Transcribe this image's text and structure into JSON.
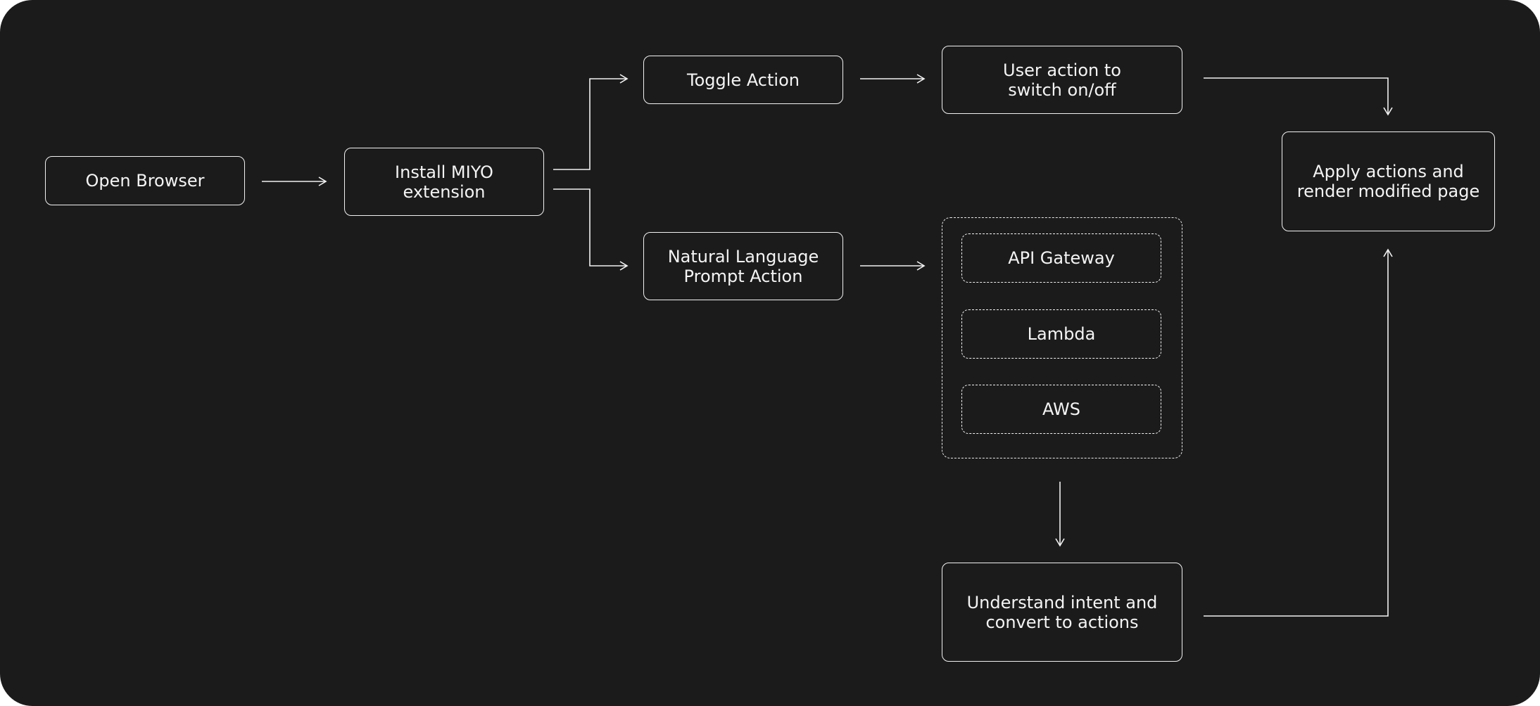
{
  "diagram": {
    "background_color": "#1b1b1b",
    "stroke_color": "#f2f2f2",
    "nodes": {
      "open_browser": "Open Browser",
      "install_extension": "Install MIYO\nextension",
      "toggle_action": "Toggle Action",
      "user_action": "User action to\nswitch on/off",
      "nl_prompt": "Natural Language\nPrompt Action",
      "api_gateway": "API Gateway",
      "lambda": "Lambda",
      "aws": "AWS",
      "understand_intent": "Understand intent and\nconvert to actions",
      "apply_actions": "Apply actions and\nrender modified page"
    },
    "edges": [
      {
        "from": "open_browser",
        "to": "install_extension"
      },
      {
        "from": "install_extension",
        "to": "toggle_action"
      },
      {
        "from": "install_extension",
        "to": "nl_prompt"
      },
      {
        "from": "toggle_action",
        "to": "user_action"
      },
      {
        "from": "user_action",
        "to": "apply_actions"
      },
      {
        "from": "nl_prompt",
        "to": "backend_group"
      },
      {
        "from": "backend_group",
        "to": "understand_intent"
      },
      {
        "from": "understand_intent",
        "to": "apply_actions"
      }
    ]
  }
}
